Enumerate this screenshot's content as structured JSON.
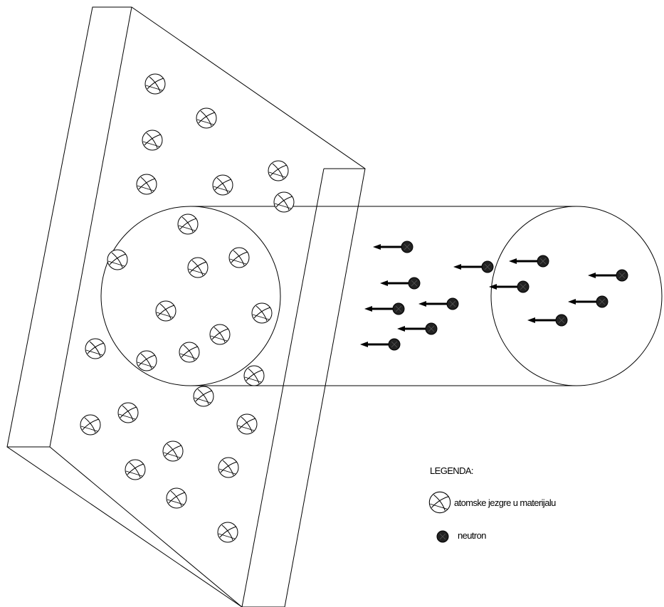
{
  "legend": {
    "title": "LEGENDA:",
    "nucleus_label": "atomske jezgre u materijalu",
    "neutron_label": "neutron"
  },
  "symbols": {
    "nucleus_icon": "circle-with-crossing-curves",
    "neutron_icon": "dark-filled-circle-with-arrow",
    "neutron_color": "#222222",
    "line_color": "#000000"
  }
}
